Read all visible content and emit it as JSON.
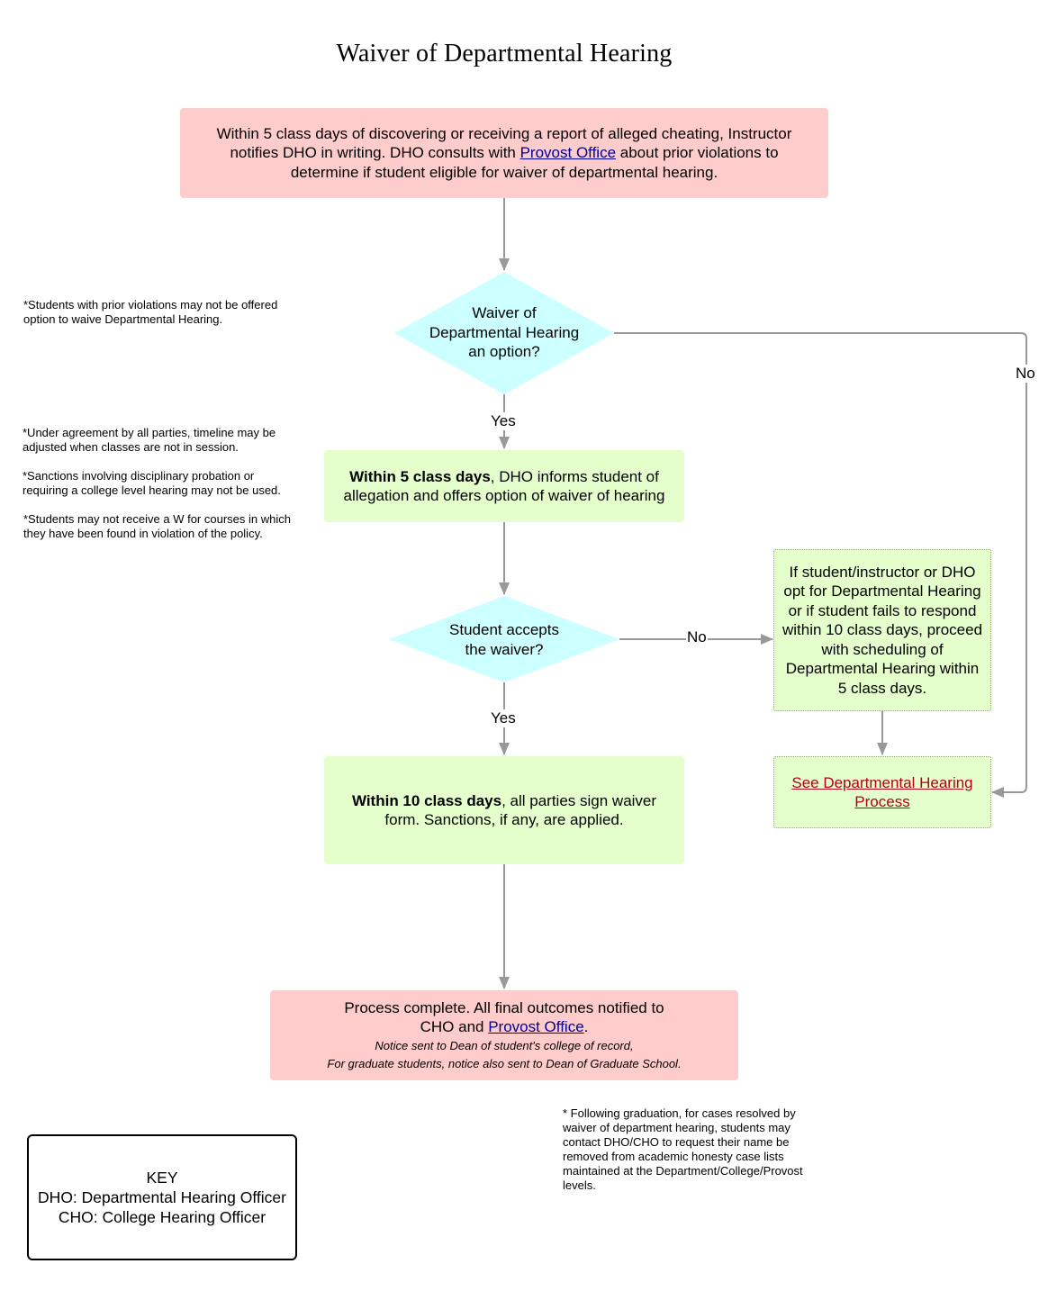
{
  "title": "Waiver of Departmental Hearing",
  "colors": {
    "pink_box": "#ffcccc",
    "green_box": "#e5ffcc",
    "diamond": "#ccffff",
    "arrow": "#999999",
    "link_blue": "#000099",
    "link_red": "#b3001b"
  },
  "start_box": {
    "pre": "Within 5 class days of discovering or receiving a report of alleged cheating, Instructor notifies DHO in writing. DHO consults with ",
    "link": "Provost Office",
    "post": " about prior violations to determine if student eligible for waiver of departmental hearing."
  },
  "decision1": {
    "line1": "Waiver of",
    "line2": "Departmental Hearing",
    "line3": "an option?"
  },
  "decision1_yes": "Yes",
  "decision1_no": "No",
  "step1": {
    "bold": "Within 5 class days",
    "rest": ", DHO informs student of allegation and offers option of waiver of hearing"
  },
  "decision2": {
    "line1": "Student accepts",
    "line2": "the waiver?"
  },
  "decision2_yes": "Yes",
  "decision2_no": "No",
  "step2": {
    "bold": "Within 10 class days",
    "rest": ", all parties sign waiver form. Sanctions, if any, are applied."
  },
  "alt_box": "If student/instructor or DHO opt for Departmental Hearing or if student fails to respond within 10 class days, proceed with scheduling of Departmental Hearing within 5 class days.",
  "see_box": {
    "link": "See Departmental Hearing Process"
  },
  "end_box": {
    "line1": "Process complete. All final outcomes notified to",
    "line2_pre": "CHO and ",
    "line2_link": "Provost Office",
    "line2_post": ".",
    "note1": "Notice sent to Dean of student's college of record,",
    "note2": "For graduate students, notice also sent to Dean of Graduate School."
  },
  "notes": {
    "prior": "*Students with prior violations may not be offered option to waive Departmental Hearing.",
    "agreement": "*Under agreement by all parties, timeline may be adjusted when classes are not in session.",
    "sanctions": "*Sanctions involving disciplinary probation or requiring a college level hearing may not be used.",
    "w_grade": "*Students may not receive a W for courses in which they have been found in violation of the policy.",
    "graduation": "* Following graduation, for cases resolved by waiver of department hearing, students may contact DHO/CHO to request their name be removed from academic honesty case lists maintained at the Department/College/Provost levels."
  },
  "key": {
    "title": "KEY",
    "dho": "DHO: Departmental Hearing Officer",
    "cho": "CHO: College Hearing Officer"
  }
}
